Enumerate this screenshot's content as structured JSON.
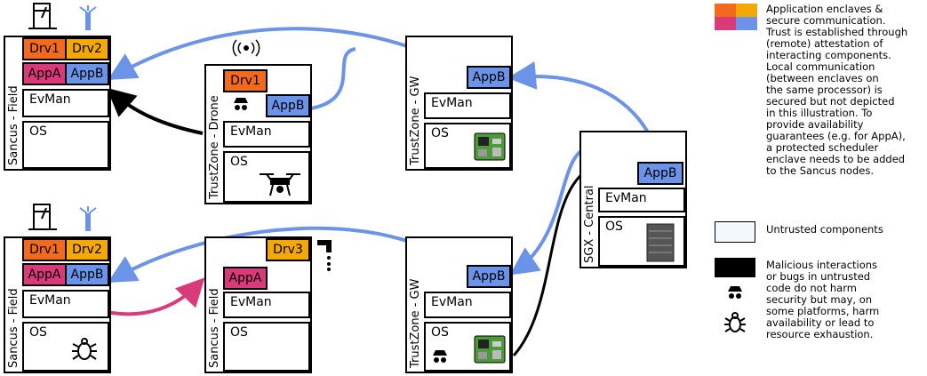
{
  "labels": {
    "sancus_field": "Sancus - Field",
    "trustzone_drone": "TrustZone - Drone",
    "trustzone_gw": "TrustZone - GW",
    "sgx_central": "SGX - Central",
    "drv1": "Drv1",
    "drv2": "Drv2",
    "drv3": "Drv3",
    "appa": "AppA",
    "appb": "AppB",
    "evman": "EvMan",
    "os": "OS"
  },
  "legend": {
    "enclaves": "Application enclaves &\nsecure communication.\nTrust is established through\n(remote) attestation of\ninteracting components.\nLocal communication\n(between enclaves on\nthe same processor) is\nsecured but not depicted\nin this illustration. To\nprovide availability\nguarantees (e.g. for AppA),\na protected scheduler\nenclave needs to be added\nto the Sancus nodes.",
    "untrusted": "Untrusted components",
    "malicious": "Malicious interactions\nor bugs in untrusted\ncode do not harm\nsecurity but may, on\nsome platforms, harm\navailability or lead to\nresource exhaustion."
  },
  "colors": {
    "orange": "#f26b1d",
    "yellow": "#f5a800",
    "pink": "#d83a7a",
    "blue": "#6b93e8",
    "untrusted": "#f2f8fb",
    "malicious": "#000000"
  },
  "icons": [
    "gauge-icon",
    "sprinkler-icon",
    "antenna-signal-icon",
    "spy-icon",
    "drone-icon",
    "raspberry-pi-icon",
    "server-icon",
    "bug-icon",
    "faucet-icon"
  ]
}
